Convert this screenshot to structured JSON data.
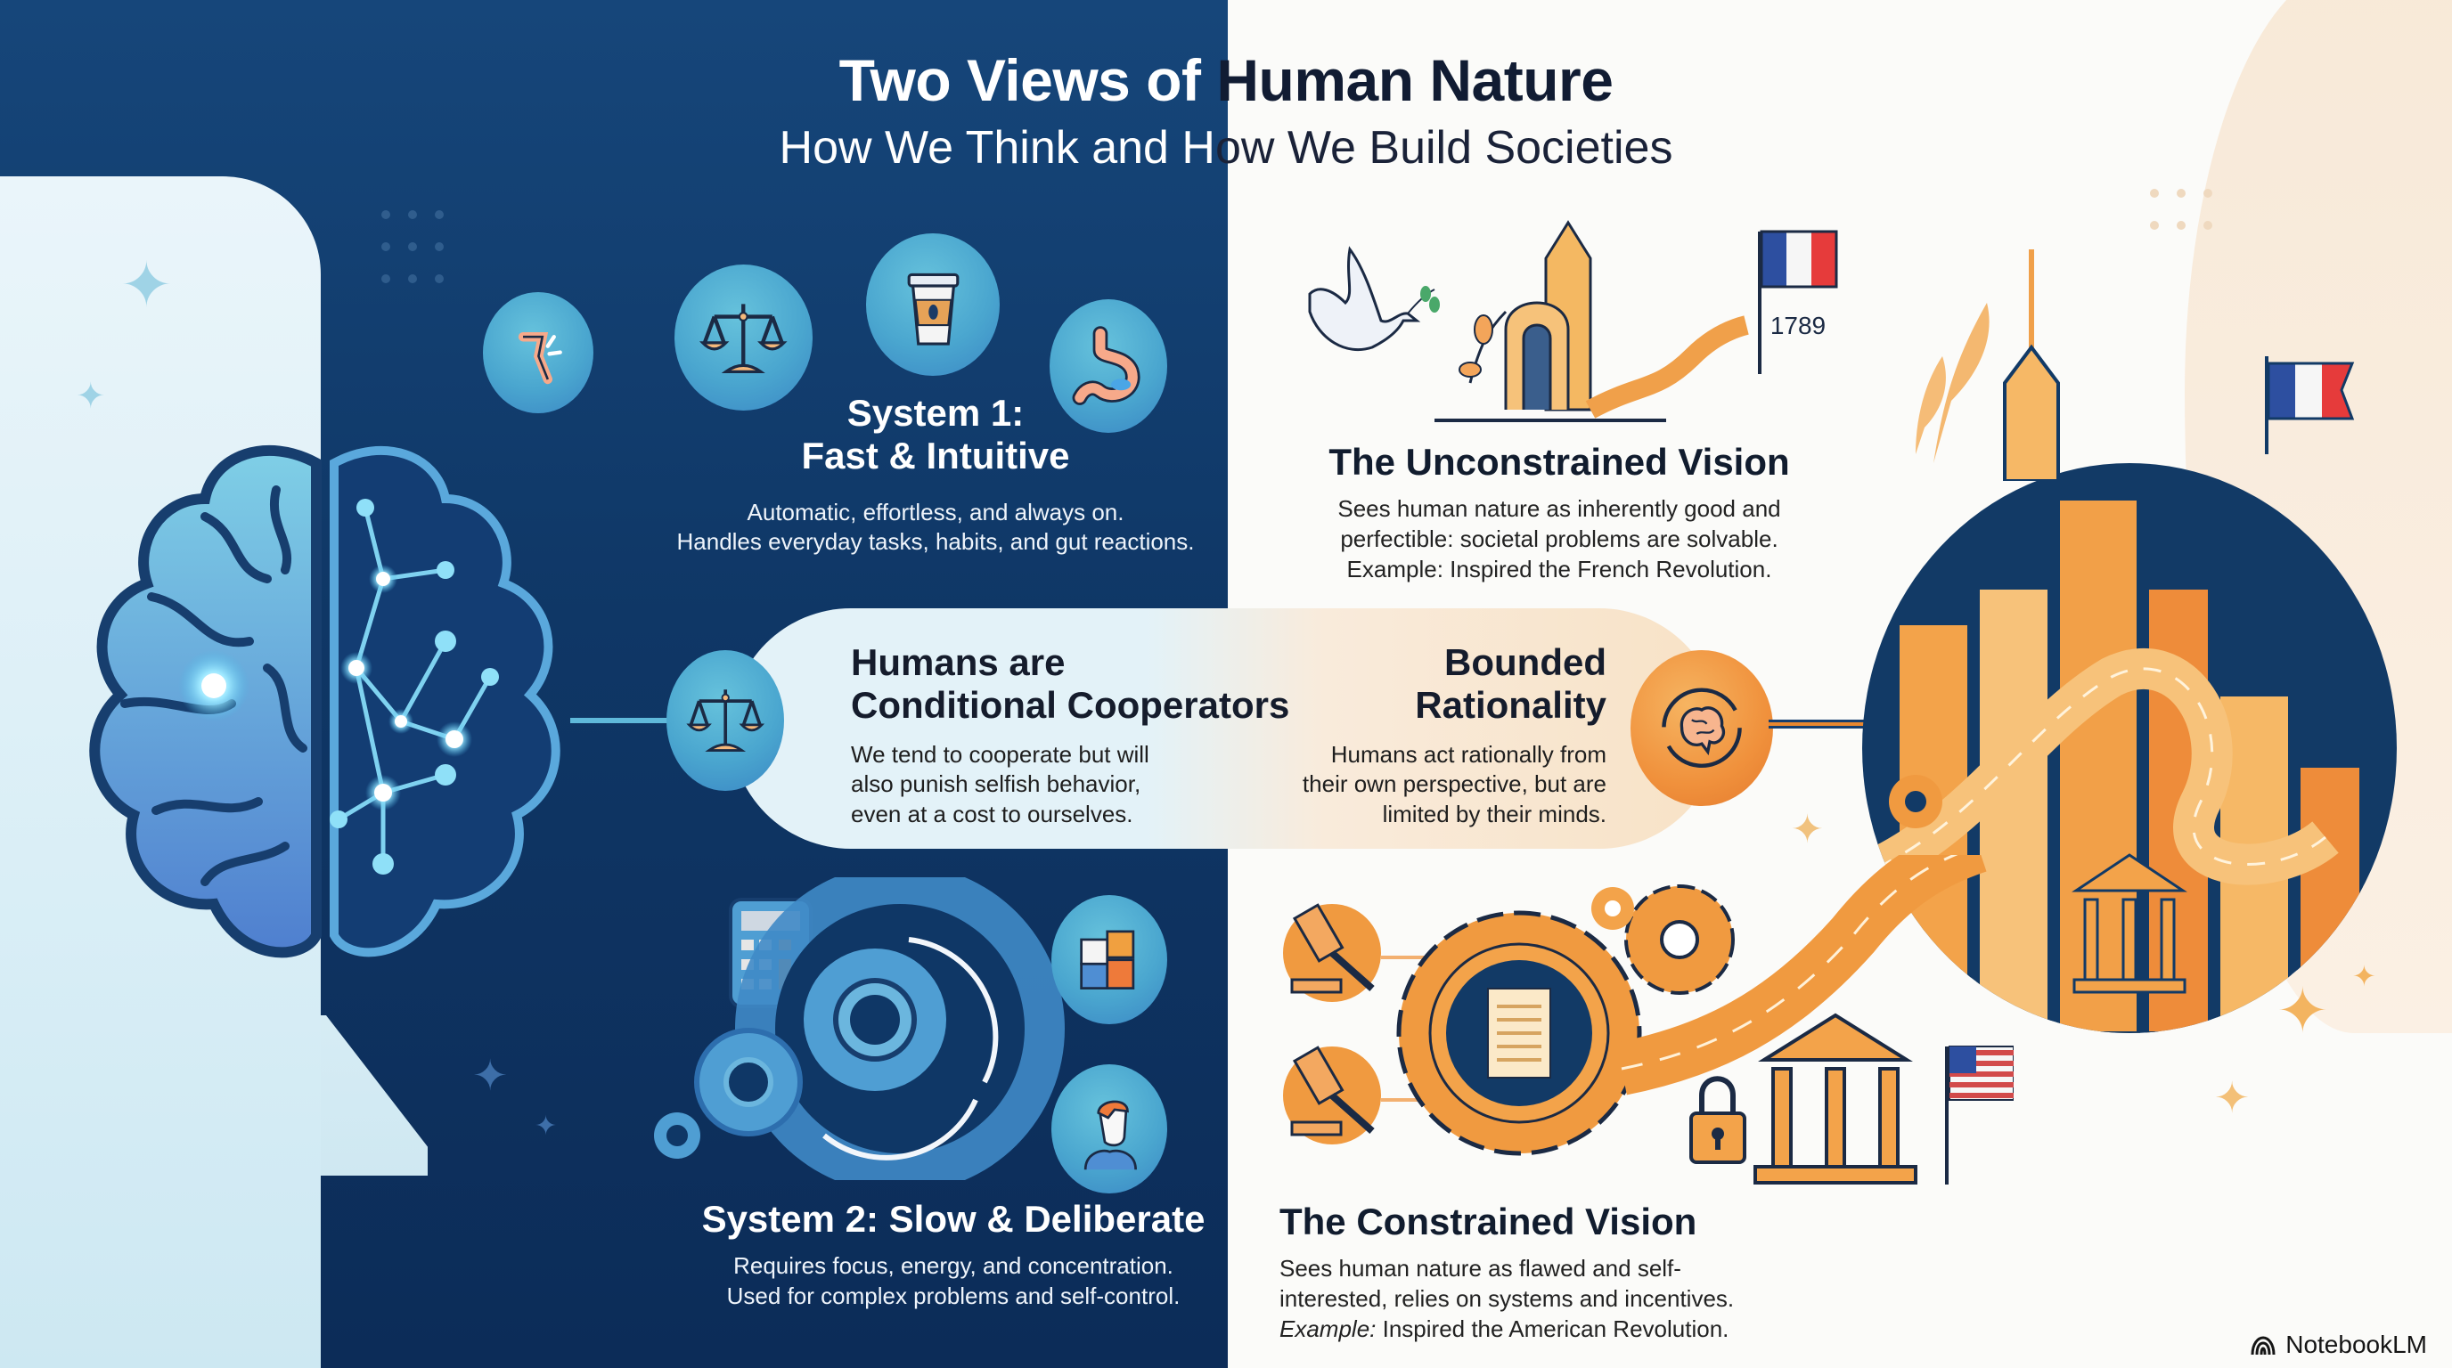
{
  "header": {
    "title_left": "Two Views of",
    "title_right": "Human Nature",
    "subtitle_left": "How We Think and H",
    "subtitle_right": "ow We Build Societies"
  },
  "system1": {
    "title_line1": "System 1:",
    "title_line2": "Fast & Intuitive",
    "desc_line1": "Automatic, effortless, and always on.",
    "desc_line2": "Handles everyday tasks, habits, and gut reactions.",
    "icons": [
      "reflex-knee-icon",
      "scales-icon",
      "coffee-cup-icon",
      "stomach-icon"
    ]
  },
  "system2": {
    "title": "System 2: Slow & Deliberate",
    "desc_line1": "Requires focus, energy, and concentration.",
    "desc_line2": "Used for complex problems and self-control.",
    "icons": [
      "calculator-icon",
      "gears-icon",
      "puzzle-icon",
      "thinking-person-icon"
    ]
  },
  "cooperators": {
    "title_line1": "Humans are",
    "title_line2": "Conditional Cooperators",
    "desc_line1": "We tend to cooperate but will",
    "desc_line2": "also punish selfish behavior,",
    "desc_line3": "even at a cost to ourselves."
  },
  "bounded": {
    "title_line1": "Bounded",
    "title_line2": "Rationality",
    "desc_line1": "Humans act rationally from",
    "desc_line2": "their own perspective, but are",
    "desc_line3": "limited by their minds."
  },
  "unconstrained": {
    "title": "The Unconstrained Vision",
    "desc_line1": "Sees human nature as inherently good and",
    "desc_line2": "perfectible: societal problems are solvable.",
    "desc_line3": "Example: Inspired the French Revolution.",
    "flag_year": "1789"
  },
  "constrained": {
    "title": "The Constrained Vision",
    "desc_line1": "Sees human nature as flawed and self-",
    "desc_line2": "interested, relies on systems and incentives.",
    "example_label": "Example:",
    "desc_line3": " Inspired the American Revolution."
  },
  "branding": {
    "name": "NotebookLM"
  },
  "colors": {
    "left_bg": "#0f3766",
    "right_bg": "#fbfbf9",
    "accent_blue": "#4aa6cf",
    "accent_orange": "#f0913c",
    "text_dark": "#111c2e"
  }
}
